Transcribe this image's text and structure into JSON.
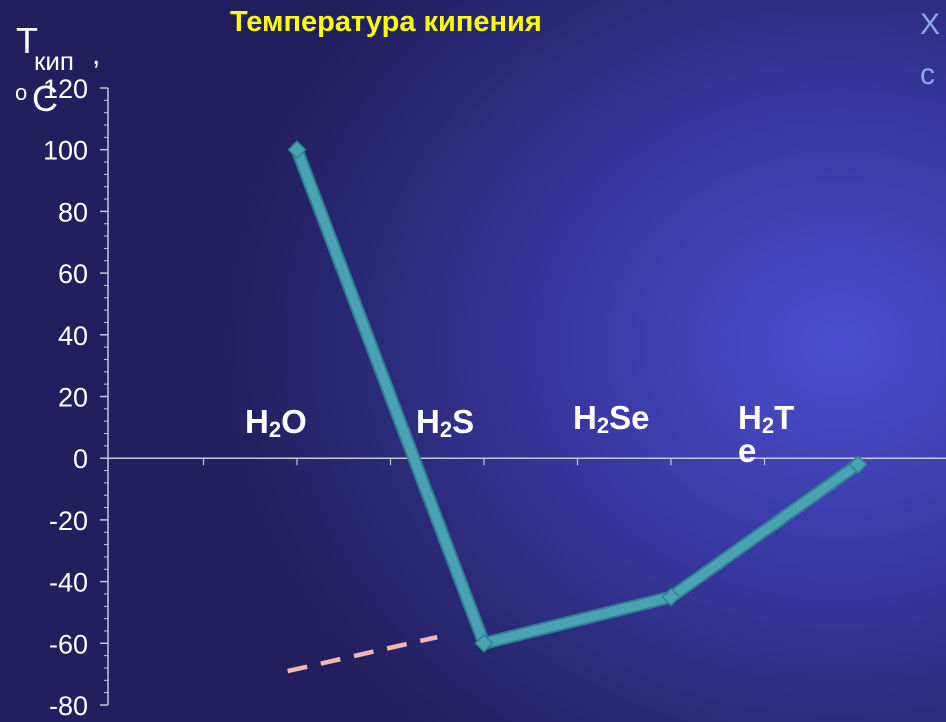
{
  "page": {
    "title": "Температура кипения",
    "right_text_line1": "Х",
    "right_text_line2": "с"
  },
  "chart_data": {
    "type": "line",
    "title": "Температура кипения",
    "ylabel_main": "T",
    "ylabel_sub": "кип",
    "ylabel_comma": ",",
    "ylabel_unit_sup": "o",
    "ylabel_unit": "C",
    "categories": [
      {
        "base": "H",
        "sub": "2",
        "rest": "O"
      },
      {
        "base": "H",
        "sub": "2",
        "rest": "S"
      },
      {
        "base": "H",
        "sub": "2",
        "rest": "Se"
      },
      {
        "base": "H",
        "sub": "2",
        "rest": "T",
        "rest2": "e"
      }
    ],
    "values": [
      100,
      -60,
      -45,
      -2
    ],
    "ylim": [
      -80,
      120
    ],
    "yticks": [
      "-80",
      "-60",
      "-40",
      "-20",
      "0",
      "20",
      "40",
      "60",
      "80",
      "100",
      "120"
    ],
    "grid": false,
    "extrapolation_dashed": {
      "from": {
        "category_index": -0.05,
        "value": -69
      },
      "to": {
        "category_index": 0.75,
        "value": -58
      }
    },
    "colors": {
      "line": "#4aa3b3",
      "line_edge": "#2f8190",
      "axis": "#c8c8d8",
      "text": "#ffffff",
      "title": "#ffff00",
      "dash": "#f6b7b0"
    }
  }
}
